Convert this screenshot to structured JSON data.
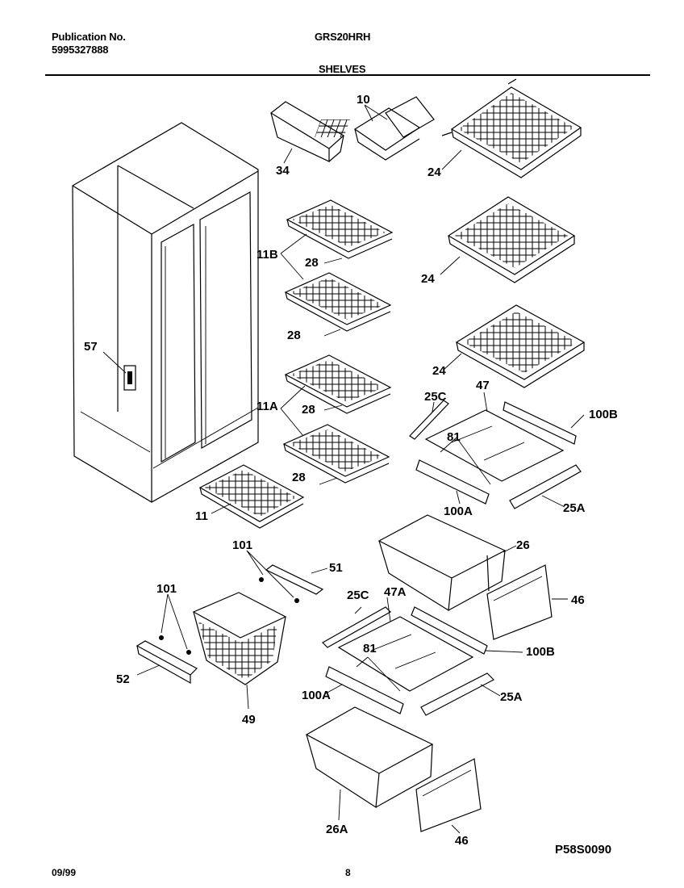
{
  "header": {
    "publication_label": "Publication No.",
    "publication_number": "5995327888",
    "model": "GRS20HRH",
    "section": "SHELVES"
  },
  "footer": {
    "date": "09/99",
    "page": "8",
    "drawing_code": "P58S0090"
  },
  "callouts": {
    "c34": "34",
    "c10": "10",
    "c24a": "24",
    "c24b": "24",
    "c24c": "24",
    "c11b": "11B",
    "c28a": "28",
    "c28b": "28",
    "c28c": "28",
    "c28d": "28",
    "c57": "57",
    "c11a": "11A",
    "c11": "11",
    "c25c": "25C",
    "c47": "47",
    "c100b": "100B",
    "c81": "81",
    "c100a": "100A",
    "c25a": "25A",
    "c101a": "101",
    "c51": "51",
    "c26": "26",
    "c101b": "101",
    "c46a": "46",
    "c47a": "47A",
    "c25c2": "25C",
    "c81b": "81",
    "c100b2": "100B",
    "c52": "52",
    "c100a2": "100A",
    "c25a2": "25A",
    "c49": "49",
    "c26a": "26A",
    "c46b": "46"
  }
}
